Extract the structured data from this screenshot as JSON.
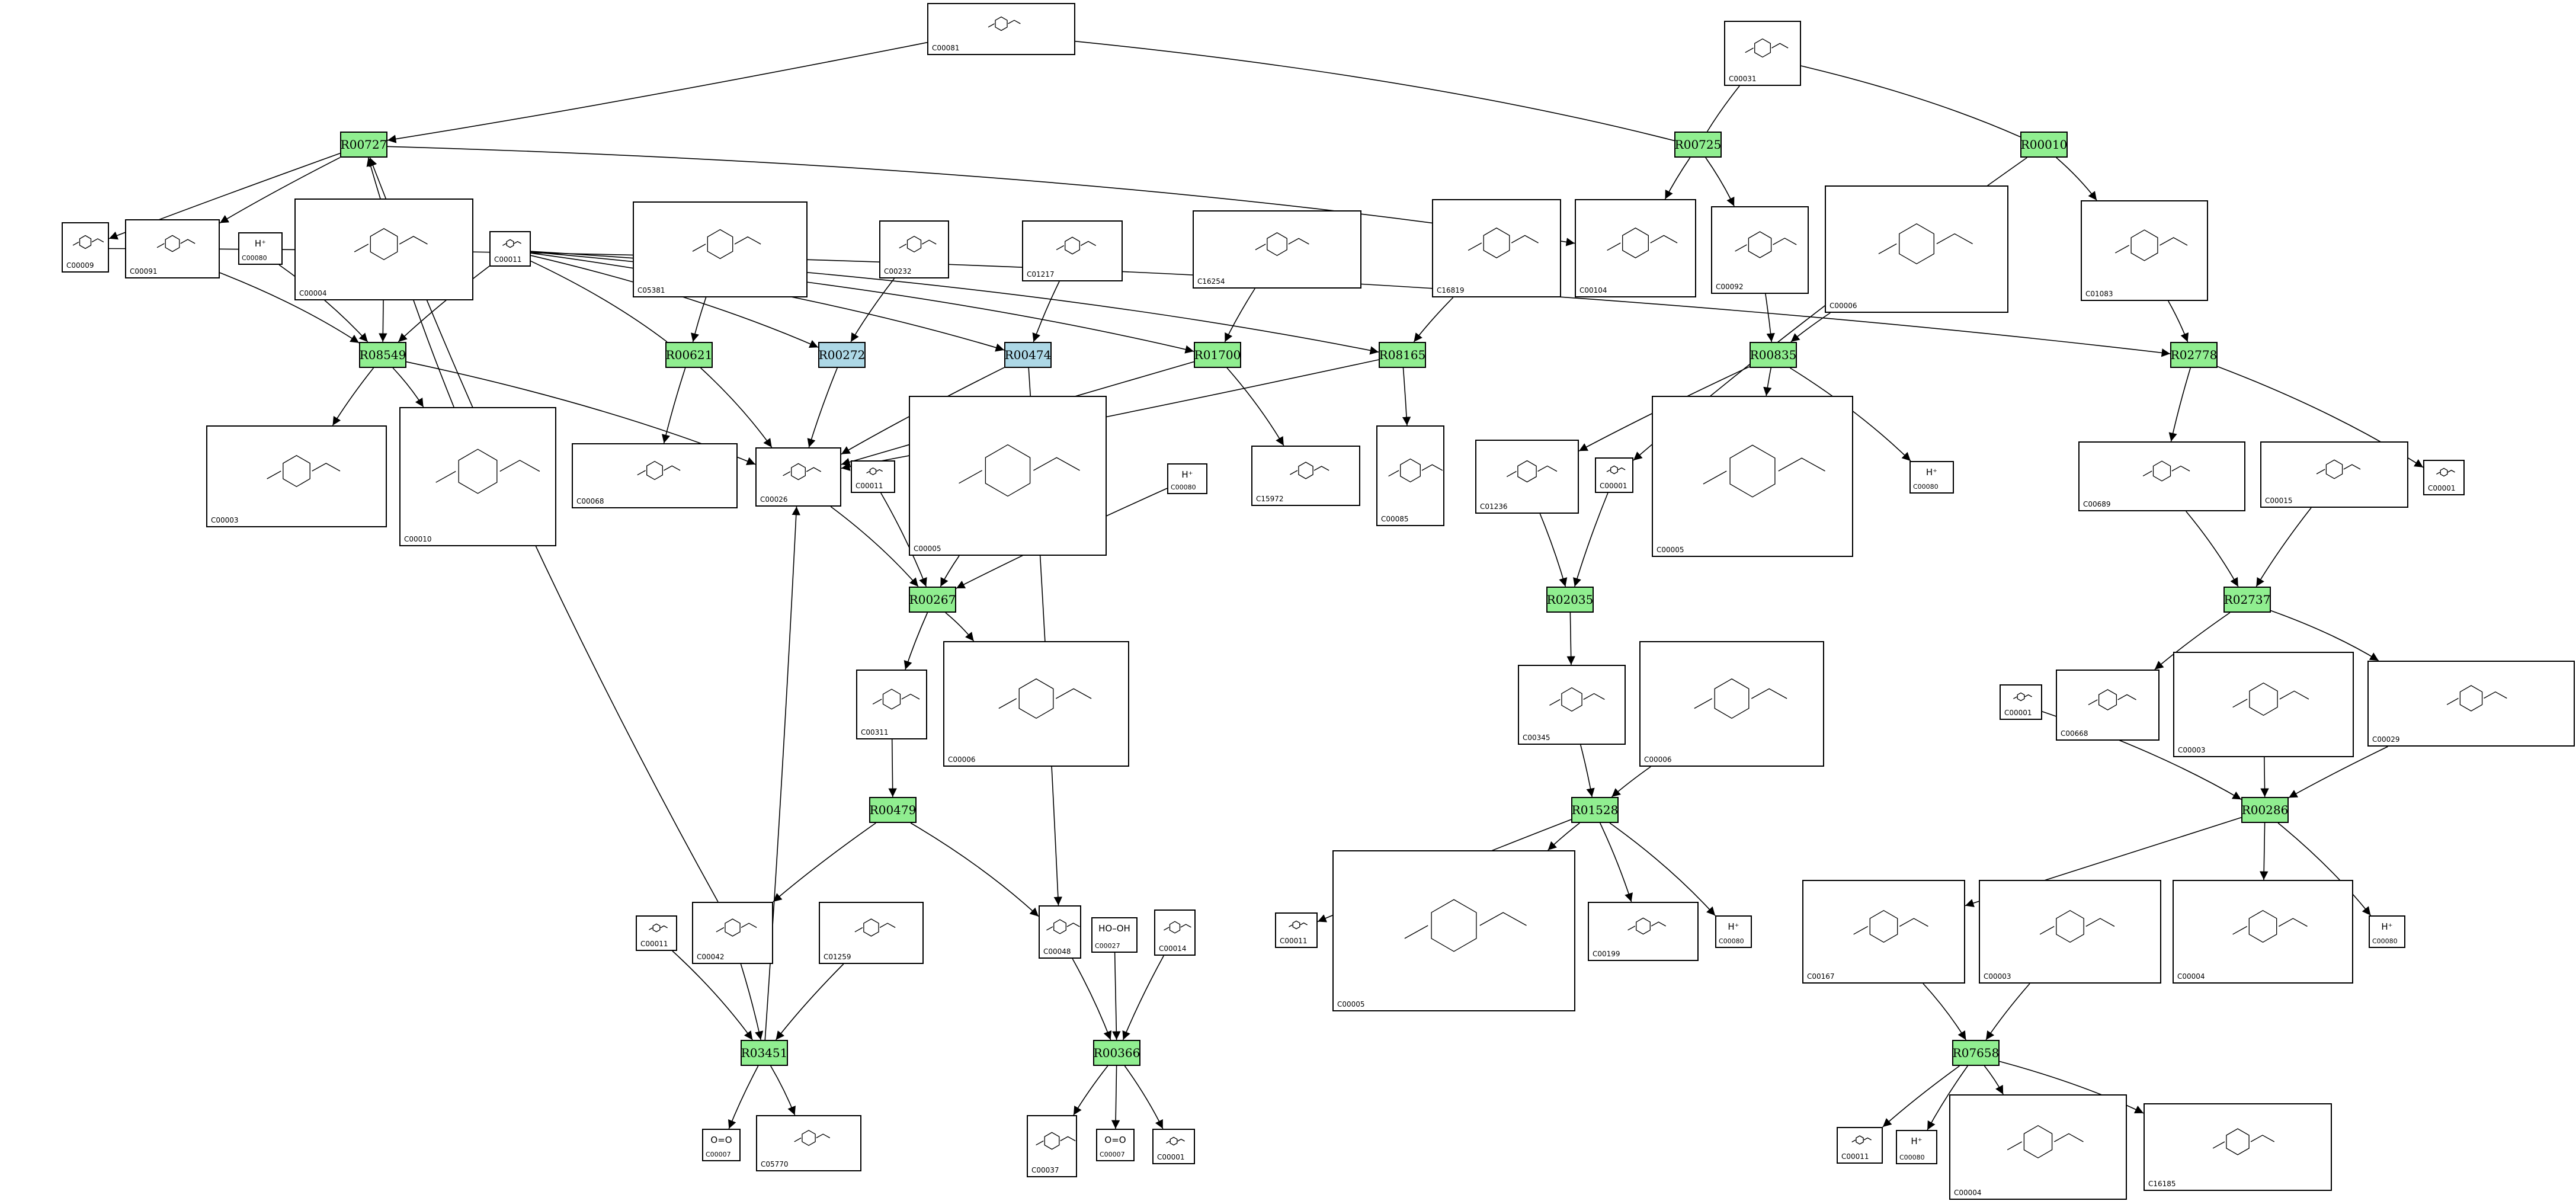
{
  "colors": {
    "reaction": "#90ee90",
    "reaction_alt": "#add8e6",
    "edge": "#000000",
    "compound_bg": "#ffffff"
  },
  "nodes": [
    {
      "id": "C00081",
      "kind": "compound",
      "text": ""
    },
    {
      "id": "C00031",
      "kind": "compound",
      "text": ""
    },
    {
      "id": "R00727",
      "kind": "reaction",
      "text": ""
    },
    {
      "id": "R00725",
      "kind": "reaction",
      "text": ""
    },
    {
      "id": "R00010",
      "kind": "reaction",
      "text": ""
    },
    {
      "id": "C00009",
      "kind": "compound",
      "text": ""
    },
    {
      "id": "C00091",
      "kind": "compound",
      "text": ""
    },
    {
      "id": "C00080",
      "kind": "compound",
      "text": "H⁺"
    },
    {
      "id": "C00004",
      "kind": "compound",
      "text": ""
    },
    {
      "id": "C00011",
      "kind": "compound",
      "text": ""
    },
    {
      "id": "C00001",
      "kind": "compound",
      "text": ""
    },
    {
      "id": "C01083",
      "kind": "compound",
      "text": ""
    },
    {
      "id": "R08549",
      "kind": "reaction",
      "text": ""
    },
    {
      "id": "R00621",
      "kind": "reaction",
      "text": ""
    },
    {
      "id": "R00272",
      "kind": "reaction",
      "alt": true,
      "text": ""
    },
    {
      "id": "R00474",
      "kind": "reaction",
      "alt": true,
      "text": ""
    },
    {
      "id": "R01700",
      "kind": "reaction",
      "text": ""
    },
    {
      "id": "R08165",
      "kind": "reaction",
      "text": ""
    },
    {
      "id": "R00835",
      "kind": "reaction",
      "text": ""
    },
    {
      "id": "R02778",
      "kind": "reaction",
      "text": ""
    },
    {
      "id": "C05381",
      "kind": "compound",
      "text": ""
    },
    {
      "id": "C00232",
      "kind": "compound",
      "text": ""
    },
    {
      "id": "C01217",
      "kind": "compound",
      "text": ""
    },
    {
      "id": "C16254",
      "kind": "compound",
      "text": ""
    },
    {
      "id": "C16819",
      "kind": "compound",
      "text": ""
    },
    {
      "id": "C00104",
      "kind": "compound",
      "text": ""
    },
    {
      "id": "C00092",
      "kind": "compound",
      "text": ""
    },
    {
      "id": "C00006",
      "kind": "compound",
      "text": ""
    },
    {
      "id": "C00003",
      "kind": "compound",
      "text": ""
    },
    {
      "id": "C00010",
      "kind": "compound",
      "text": ""
    },
    {
      "id": "C00068",
      "kind": "compound",
      "text": ""
    },
    {
      "id": "C00026",
      "kind": "compound",
      "text": ""
    },
    {
      "id": "C00005",
      "kind": "compound",
      "text": ""
    },
    {
      "id": "C15972",
      "kind": "compound",
      "text": ""
    },
    {
      "id": "C00085",
      "kind": "compound",
      "text": ""
    },
    {
      "id": "C01236",
      "kind": "compound",
      "text": ""
    },
    {
      "id": "C00689",
      "kind": "compound",
      "text": ""
    },
    {
      "id": "C00015",
      "kind": "compound",
      "text": ""
    },
    {
      "id": "R00267",
      "kind": "reaction",
      "text": ""
    },
    {
      "id": "R02035",
      "kind": "reaction",
      "text": ""
    },
    {
      "id": "R02737",
      "kind": "reaction",
      "text": ""
    },
    {
      "id": "C00311",
      "kind": "compound",
      "text": ""
    },
    {
      "id": "C00345",
      "kind": "compound",
      "text": ""
    },
    {
      "id": "C00668",
      "kind": "compound",
      "text": ""
    },
    {
      "id": "C00029",
      "kind": "compound",
      "text": ""
    },
    {
      "id": "R00479",
      "kind": "reaction",
      "text": ""
    },
    {
      "id": "R01528",
      "kind": "reaction",
      "text": ""
    },
    {
      "id": "R00286",
      "kind": "reaction",
      "text": ""
    },
    {
      "id": "C00042",
      "kind": "compound",
      "text": ""
    },
    {
      "id": "C01259",
      "kind": "compound",
      "text": ""
    },
    {
      "id": "C00048",
      "kind": "compound",
      "text": ""
    },
    {
      "id": "C00027",
      "kind": "compound",
      "text": "HO–OH"
    },
    {
      "id": "C00014",
      "kind": "compound",
      "text": ""
    },
    {
      "id": "C00199",
      "kind": "compound",
      "text": ""
    },
    {
      "id": "C00167",
      "kind": "compound",
      "text": ""
    },
    {
      "id": "R03451",
      "kind": "reaction",
      "text": ""
    },
    {
      "id": "R00366",
      "kind": "reaction",
      "text": ""
    },
    {
      "id": "R07658",
      "kind": "reaction",
      "text": ""
    },
    {
      "id": "C00007",
      "kind": "compound",
      "text": "O=O"
    },
    {
      "id": "C05770",
      "kind": "compound",
      "text": ""
    },
    {
      "id": "C00037",
      "kind": "compound",
      "text": ""
    },
    {
      "id": "C16185",
      "kind": "compound",
      "text": ""
    }
  ]
}
